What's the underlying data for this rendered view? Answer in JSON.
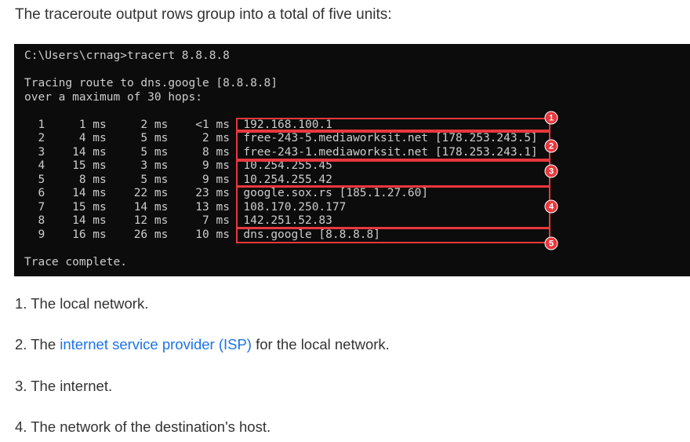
{
  "heading": "The traceroute output rows group into a total of five units:",
  "terminal": {
    "command": "C:\\Users\\crnag>tracert 8.8.8.8",
    "tracing": "Tracing route to dns.google [8.8.8.8]",
    "max_hops": "over a maximum of 30 hops:",
    "hops": [
      {
        "hop": "1",
        "t1": "1",
        "t2": "2",
        "t3": "<1",
        "host": "192.168.100.1"
      },
      {
        "hop": "2",
        "t1": "4",
        "t2": "5",
        "t3": "2",
        "host": "free-243-5.mediaworksit.net [178.253.243.5]"
      },
      {
        "hop": "3",
        "t1": "14",
        "t2": "5",
        "t3": "8",
        "host": "free-243-1.mediaworksit.net [178.253.243.1]"
      },
      {
        "hop": "4",
        "t1": "15",
        "t2": "3",
        "t3": "9",
        "host": "10.254.255.45"
      },
      {
        "hop": "5",
        "t1": "8",
        "t2": "5",
        "t3": "9",
        "host": "10.254.255.42"
      },
      {
        "hop": "6",
        "t1": "14",
        "t2": "22",
        "t3": "23",
        "host": "google.sox.rs [185.1.27.60]"
      },
      {
        "hop": "7",
        "t1": "15",
        "t2": "14",
        "t3": "13",
        "host": "108.170.250.177"
      },
      {
        "hop": "8",
        "t1": "14",
        "t2": "12",
        "t3": "7",
        "host": "142.251.52.83"
      },
      {
        "hop": "9",
        "t1": "16",
        "t2": "26",
        "t3": "10",
        "host": "dns.google [8.8.8.8]"
      }
    ],
    "unit": "ms",
    "complete": "Trace complete."
  },
  "groups": [
    "1",
    "2",
    "3",
    "4",
    "5"
  ],
  "accent_color": "#e8383d",
  "list": {
    "item1": "1. The local network.",
    "item2_prefix": "2. The ",
    "item2_link": "internet service provider (ISP)",
    "item2_suffix": " for the local network.",
    "item3": "3. The internet.",
    "item4": "4. The network of the destination's host."
  }
}
